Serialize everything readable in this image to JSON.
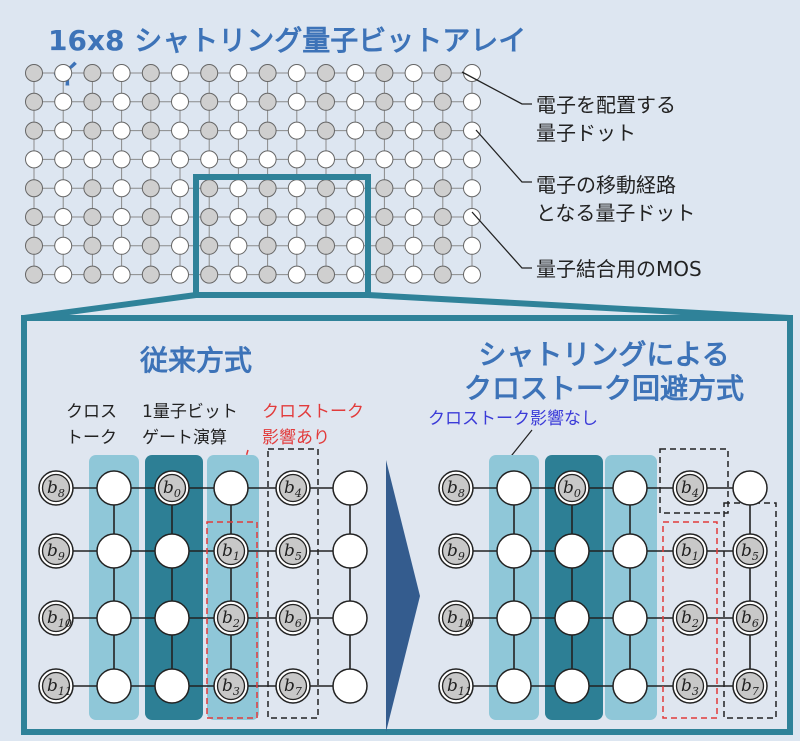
{
  "title": "16x8 シャトリング量子ビットアレイ",
  "title_cont": "イ",
  "legend": {
    "dot_line1": "電子を配置する",
    "dot_line2": "量子ドット",
    "path_line1": "電子の移動経路",
    "path_line2": "となる量子ドット",
    "mos": "量子結合用のMOS"
  },
  "left": {
    "heading": "従来方式",
    "crosstalk_1": "クロス",
    "crosstalk_2": "トーク",
    "gate_1": "1量子ビット",
    "gate_2": "ゲート演算",
    "affected_1": "クロストーク",
    "affected_2": "影響あり"
  },
  "right": {
    "heading_1": "シャトリングによる",
    "heading_2": "クロストーク回避方式",
    "no_crosstalk": "クロストーク影響なし"
  },
  "qubits": {
    "b0": "b",
    "b0s": "0",
    "b1": "b",
    "b1s": "1",
    "b2": "b",
    "b2s": "2",
    "b3": "b",
    "b3s": "3",
    "b4": "b",
    "b4s": "4",
    "b5": "b",
    "b5s": "5",
    "b6": "b",
    "b6s": "6",
    "b7": "b",
    "b7s": "7",
    "b8": "b",
    "b8s": "8",
    "b9": "b",
    "b9s": "9",
    "b10": "b",
    "b10s": "10",
    "b11": "b",
    "b11s": "11"
  },
  "colors": {
    "title": "#3d73b8",
    "frame": "#2f8299",
    "light_col": "#8fc7d8",
    "dark_col": "#2d7f95",
    "panel": "#dfe6f0",
    "red": "#e23b3b",
    "blue_label": "#3b3bd8",
    "gray_dot": "#cfcfcf"
  }
}
